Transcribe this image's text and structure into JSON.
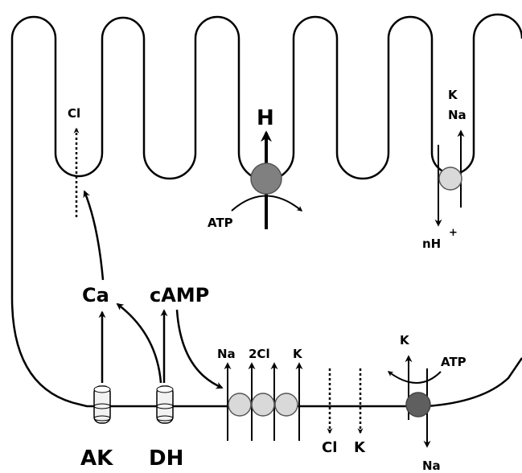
{
  "labels": {
    "cl_apical": "Cl",
    "h": "H",
    "atp_apical": "ATP",
    "k_apical": "K",
    "na_apical": "Na",
    "nh": "nH",
    "plus": "+",
    "ca": "Ca",
    "camp": "cAMP",
    "na_cotransport": "Na",
    "two_cl": "2Cl",
    "k_cotransport": "K",
    "k_pump": "K",
    "atp_pump": "ATP",
    "cl_basal": "Cl",
    "k_basal": "K",
    "na_pump": "Na",
    "ak": "AK",
    "dh": "DH"
  }
}
